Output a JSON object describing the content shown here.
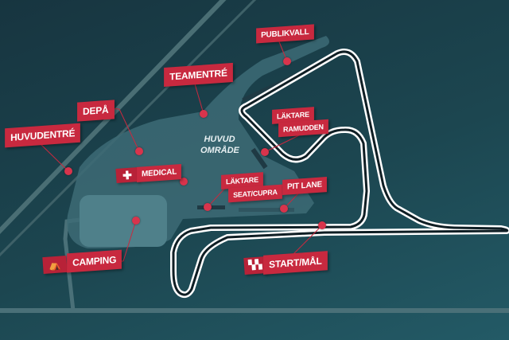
{
  "area_label": {
    "line1": "HUVUD",
    "line2": "OMRÅDE"
  },
  "markers": {
    "publikvall": "PUBLIKVALL",
    "teamentre": "TEAMENTRÉ",
    "depa": "DEPÅ",
    "huvudentre": "HUVUDENTRÉ",
    "medical": "MEDICAL",
    "laktare_ramudden": {
      "line1": "LÄKTARE",
      "line2": "RAMUDDEN"
    },
    "laktare_seat": {
      "line1": "LÄKTARE",
      "line2": "SEAT/CUPRA"
    },
    "pit_lane": "PIT LANE",
    "camping": "CAMPING",
    "start_mal": "START/MÅL"
  },
  "icons": {
    "medical": "cross-icon",
    "camping": "tent-icon",
    "start_mal": "checkered-flag-icon"
  },
  "colors": {
    "marker": "#c8293f",
    "background": "#1c4650",
    "area": "#3d6b75"
  }
}
